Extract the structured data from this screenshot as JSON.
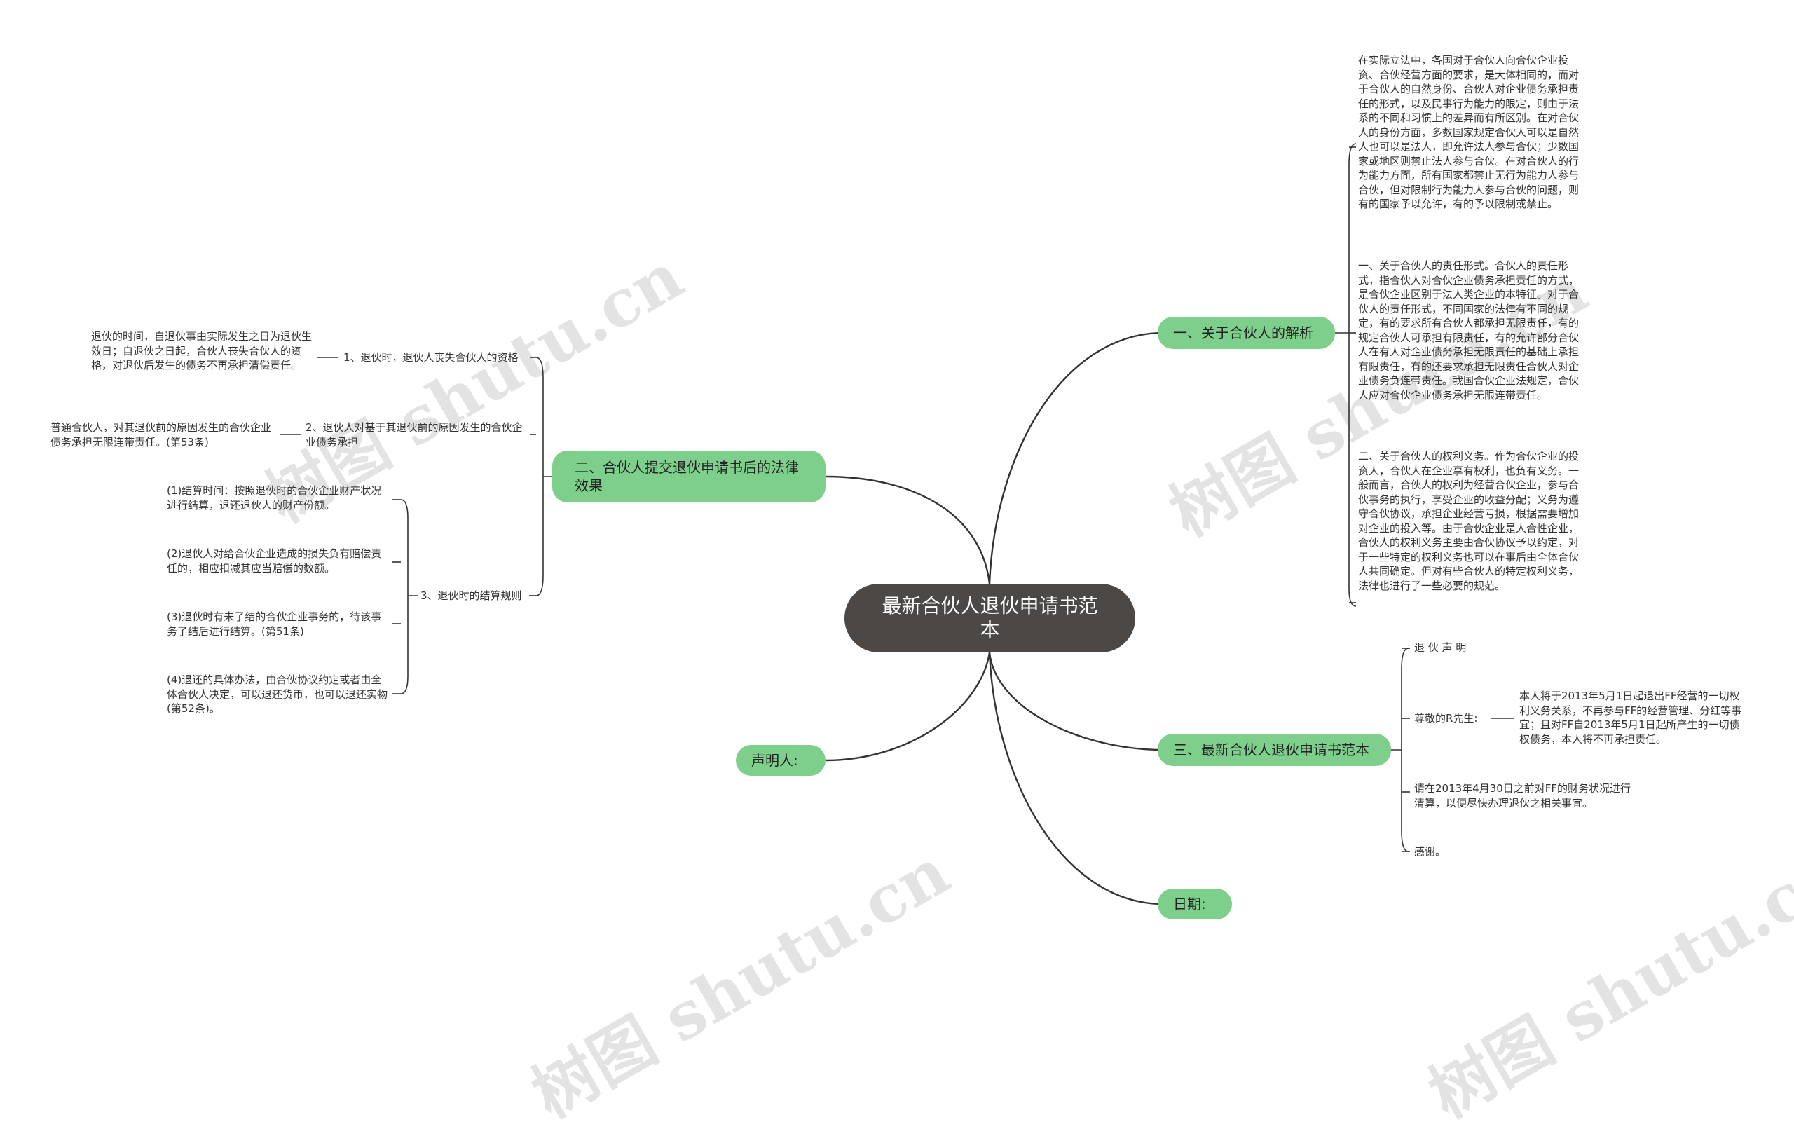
{
  "root": {
    "title": "最新合伙人退伙申请书范本"
  },
  "branches": {
    "b1": "一、关于合伙人的解析",
    "b2": "二、合伙人提交退伙申请书后的法律效果",
    "b3": "三、最新合伙人退伙申请书范本",
    "b4": "声明人:",
    "b5": "日期:"
  },
  "b1_texts": [
    "在实际立法中，各国对于合伙人向合伙企业投资、合伙经营方面的要求，是大体相同的，而对于合伙人的自然身份、合伙人对企业债务承担责任的形式，以及民事行为能力的限定，则由于法系的不同和习惯上的差异而有所区别。在对合伙人的身份方面，多数国家规定合伙人可以是自然人也可以是法人，即允许法人参与合伙；少数国家或地区则禁止法人参与合伙。在对合伙人的行为能力方面，所有国家都禁止无行为能力人参与合伙，但对限制行为能力人参与合伙的问题，则有的国家予以允许，有的予以限制或禁止。",
    "一、关于合伙人的责任形式。合伙人的责任形式，指合伙人对合伙企业债务承担责任的方式，是合伙企业区别于法人类企业的本特征。对于合伙人的责任形式，不同国家的法律有不同的规定，有的要求所有合伙人都承担无限责任，有的规定合伙人可承担有限责任，有的允许部分合伙人在有人对企业债务承担无限责任的基础上承担有限责任，有的还要求承担无限责任合伙人对企业债务负连带责任。我国合伙企业法规定，合伙人应对合伙企业债务承担无限连带责任。",
    "二、关于合伙人的权利义务。作为合伙企业的投资人，合伙人在企业享有权利，也负有义务。一般而言，合伙人的权利为经营合伙企业，参与合伙事务的执行，享受企业的收益分配；义务为遵守合伙协议，承担企业经营亏损，根据需要增加对企业的投入等。由于合伙企业是人合性企业，合伙人的权利义务主要由合伙协议予以约定，对于一些特定的权利义务也可以在事后由全体合伙人共同确定。但对有些合伙人的特定权利义务，法律也进行了一些必要的规范。"
  ],
  "b2_children": [
    {
      "label": "1、退伙时，退伙人丧失合伙人的资格",
      "detail": "退伙的时间，自退伙事由实际发生之日为退伙生效日；自退伙之日起，合伙人丧失合伙人的资格，对退伙后发生的债务不再承担清偿责任。"
    },
    {
      "label": "2、退伙人对基于其退伙前的原因发生的合伙企业债务承担",
      "detail": "普通合伙人，对其退伙前的原因发生的合伙企业债务承担无限连带责任。(第53条)"
    },
    {
      "label": "3、退伙时的结算规则",
      "items": [
        "(1)结算时间：按照退伙时的合伙企业财产状况进行结算，退还退伙人的财产份额。",
        "(2)退伙人对给合伙企业造成的损失负有赔偿责任的，相应扣减其应当赔偿的数额。",
        "(3)退伙时有未了结的合伙企业事务的，待该事务了结后进行结算。(第51条)",
        "(4)退还的具体办法，由合伙协议约定或者由全体合伙人决定，可以退还货币，也可以退还实物(第52条)。"
      ]
    }
  ],
  "b3_children": {
    "heading": "退 伙 声 明",
    "salutation": "尊敬的R先生:",
    "body": "本人将于2013年5月1日起退出FF经营的一切权利义务关系，不再参与FF的经营管理、分红等事宜；且对FF自2013年5月1日起所产生的一切债权债务，本人将不再承担责任。",
    "request": "请在2013年4月30日之前对FF的财务状况进行清算，以便尽快办理退伙之相关事宜。",
    "thanks": "感谢。"
  },
  "watermark": "树图 shutu.cn",
  "colors": {
    "root": "#4b4846",
    "branch": "#7ecf8c",
    "line": "#333333"
  }
}
